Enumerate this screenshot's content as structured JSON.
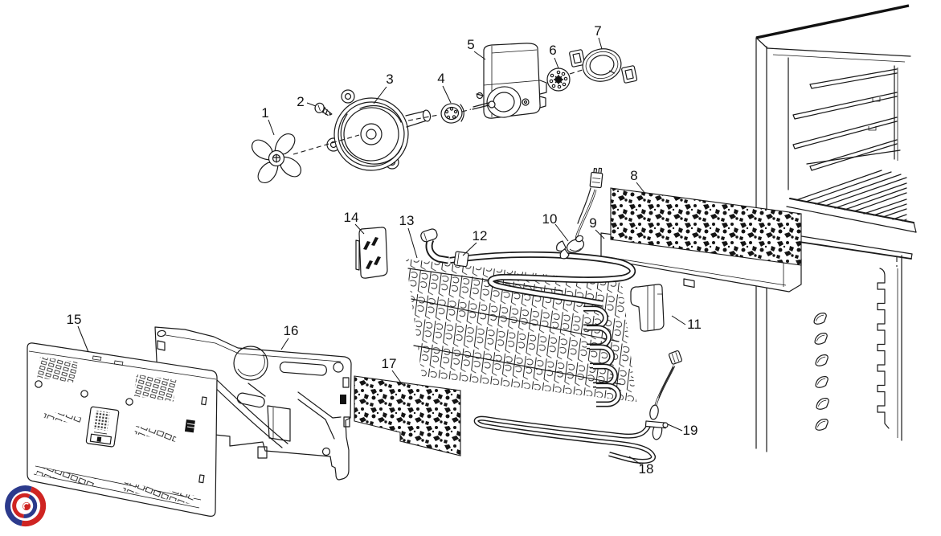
{
  "diagram": {
    "background_color": "#ffffff",
    "line_color": "#1a1a1a",
    "label_color": "#111111",
    "parts": [
      {
        "label": "1",
        "name": "fan-blade"
      },
      {
        "label": "2",
        "name": "screw"
      },
      {
        "label": "3",
        "name": "fan-shroud"
      },
      {
        "label": "4",
        "name": "motor-grommet"
      },
      {
        "label": "5",
        "name": "fan-motor"
      },
      {
        "label": "6",
        "name": "motor-mount-disc"
      },
      {
        "label": "7",
        "name": "motor-clamp-bracket"
      },
      {
        "label": "8",
        "name": "insulation-strip"
      },
      {
        "label": "9",
        "name": "support-tray"
      },
      {
        "label": "10",
        "name": "temperature-sensor"
      },
      {
        "label": "11",
        "name": "mounting-bracket"
      },
      {
        "label": "12",
        "name": "tube-fitting"
      },
      {
        "label": "13",
        "name": "evaporator-coil"
      },
      {
        "label": "14",
        "name": "retainer-block"
      },
      {
        "label": "15",
        "name": "rear-access-panel"
      },
      {
        "label": "16",
        "name": "air-duct-foam-panel"
      },
      {
        "label": "17",
        "name": "insulation-pad"
      },
      {
        "label": "18",
        "name": "defrost-heater-tube"
      },
      {
        "label": "19",
        "name": "sensor-clamp"
      }
    ]
  },
  "logo": {
    "blue": "#2c3a8c",
    "red": "#cf2422"
  }
}
